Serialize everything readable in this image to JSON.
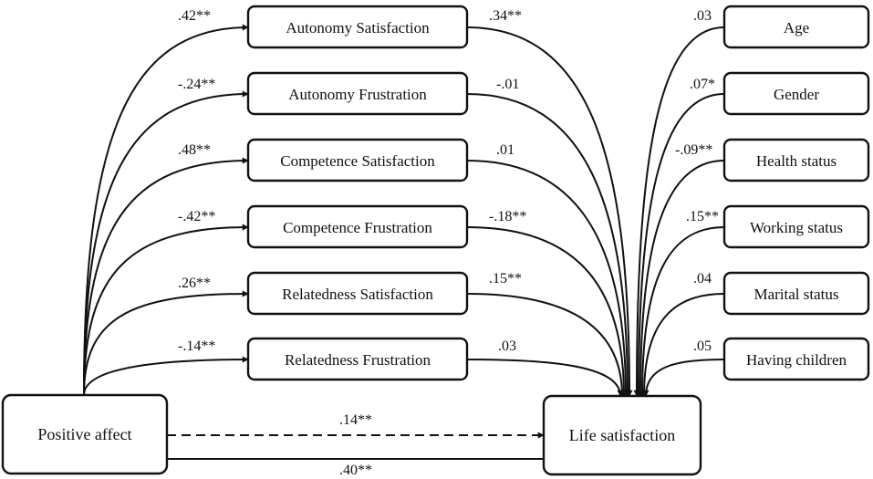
{
  "nodes": {
    "positive_affect": "Positive affect",
    "life_satisfaction": "Life satisfaction",
    "mediators": [
      "Autonomy Satisfaction",
      "Autonomy Frustration",
      "Competence Satisfaction",
      "Competence Frustration",
      "Relatedness Satisfaction",
      "Relatedness Frustration"
    ],
    "covariates": [
      "Age",
      "Gender",
      "Health status",
      "Working status",
      "Marital status",
      "Having children"
    ]
  },
  "paths": {
    "a_paths": [
      ".42**",
      "-.24**",
      ".48**",
      "-.42**",
      ".26**",
      "-.14**"
    ],
    "b_paths": [
      ".34**",
      "-.01",
      ".01",
      "-.18**",
      ".15**",
      ".03"
    ],
    "covariate_paths": [
      ".03",
      ".07*",
      "-.09**",
      ".15**",
      ".04",
      ".05"
    ],
    "direct_effect": ".14**",
    "total_effect": ".40**"
  }
}
